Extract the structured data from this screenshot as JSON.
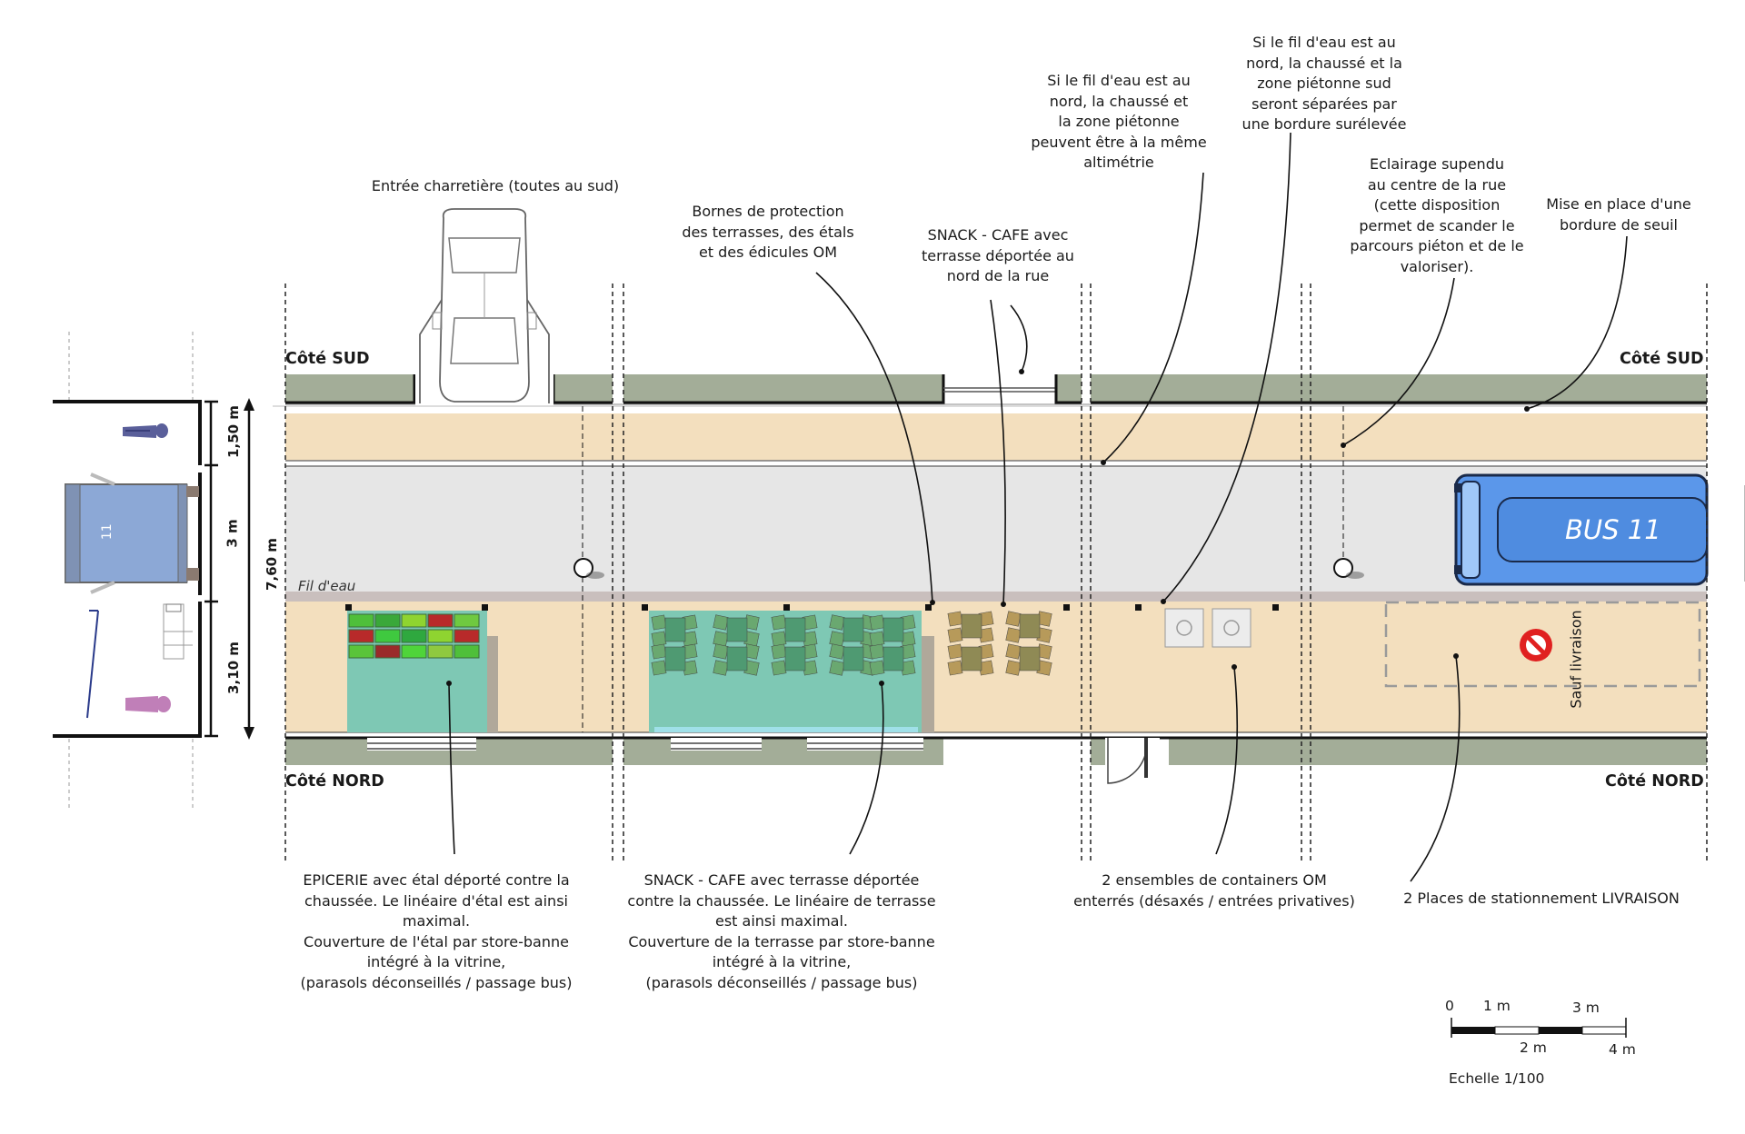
{
  "colors": {
    "facade": "#a3ad98",
    "sidewalk": "#f3dfbe",
    "roadway": "#e6e6e6",
    "gutter": "#c9bfbd",
    "terrace": "#7ec8b4",
    "bus": "#5b97ea",
    "car_icon": "#8ca8d6"
  },
  "section": {
    "dimensions": [
      "1,50 m",
      "3 m",
      "3,10 m",
      "7,60 m"
    ],
    "car_label": "11"
  },
  "plan": {
    "side_south": "Côté SUD",
    "side_north": "Côté NORD",
    "fil_eau": "Fil d'eau",
    "bus_label": "BUS 11",
    "no_entry": "Sauf livraison"
  },
  "annotations": {
    "entree": "Entrée charretière (toutes au sud)",
    "bornes": [
      "Bornes de protection",
      "des terrasses, des étals",
      "et des édicules OM"
    ],
    "snack_nord": [
      "SNACK - CAFE avec",
      "terrasse déportée au",
      "nord de la rue"
    ],
    "filnord_meme": [
      "Si le fil d'eau est au",
      "nord, la chaussé et",
      "la zone piétonne",
      "peuvent être à la même",
      "altimétrie"
    ],
    "filnord_bordure": [
      "Si le fil d'eau est au",
      "nord, la chaussé et la",
      "zone piétonne sud",
      "seront séparées par",
      "une bordure surélevée"
    ],
    "eclairage": [
      "Eclairage supendu",
      "au centre de la rue",
      "(cette disposition",
      "permet de scander le",
      "parcours piéton et de le",
      "valoriser)."
    ],
    "bordure_seuil": [
      "Mise en place d'une",
      "bordure de seuil"
    ],
    "epicerie": [
      "EPICERIE avec étal déporté contre la",
      "chaussée. Le linéaire d'étal  est ainsi",
      "maximal.",
      "Couverture de l'étal par store-banne",
      "intégré à la vitrine,",
      "(parasols déconseillés / passage bus)"
    ],
    "snack_terrasse": [
      "SNACK - CAFE avec terrasse déportée",
      "contre la chaussée. Le linéaire de terrasse",
      "est ainsi maximal.",
      "Couverture de la terrasse par store-banne",
      "intégré à la vitrine,",
      "(parasols déconseillés / passage bus)"
    ],
    "containers": [
      "2 ensembles de containers OM",
      "enterrés (désaxés / entrées privatives)"
    ],
    "livraison": "2 Places de stationnement LIVRAISON"
  },
  "scale": {
    "ticks": [
      "0",
      "1 m",
      "2 m",
      "3 m",
      "4 m"
    ],
    "caption": "Echelle 1/100"
  }
}
